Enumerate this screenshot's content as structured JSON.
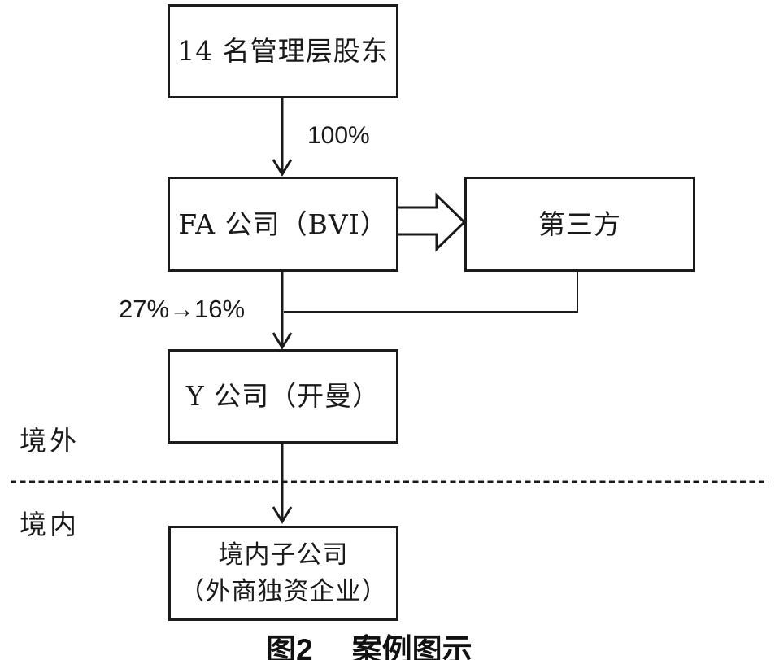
{
  "nodes": {
    "shareholders": "14 名管理层股东",
    "fa_company": "FA 公司（BVI）",
    "third_party": "第三方",
    "y_company": "Y 公司（开曼）",
    "domestic_sub_line1": "境内子公司",
    "domestic_sub_line2": "（外商独资企业）"
  },
  "edge_labels": {
    "shareholders_to_fa": "100%",
    "fa_to_y": "27%→16%"
  },
  "region_labels": {
    "offshore": "境外",
    "onshore": "境内"
  },
  "caption": {
    "figure_number": "图2",
    "title": "案例图示"
  },
  "colors": {
    "line": "#1a1a1a",
    "background": "#ffffff"
  }
}
